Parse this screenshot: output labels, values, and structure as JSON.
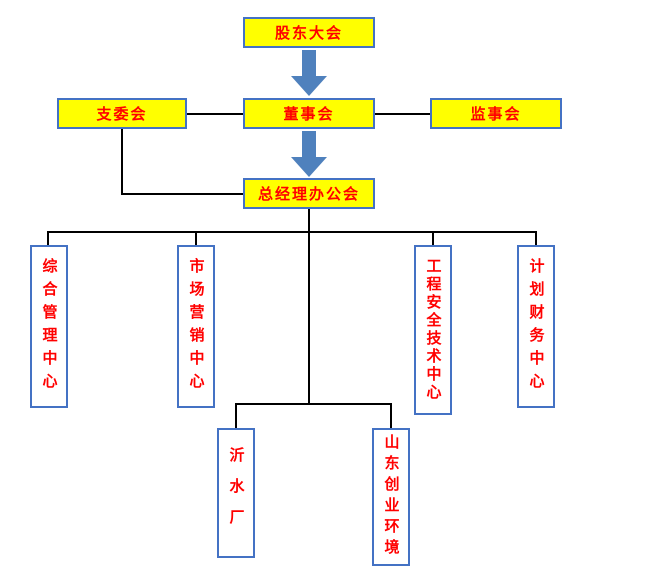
{
  "diagram": {
    "type": "org-chart",
    "nodes": {
      "shareholders": {
        "label": "股东大会"
      },
      "branch_committee": {
        "label": "支委会"
      },
      "board": {
        "label": "董事会"
      },
      "supervisors": {
        "label": "监事会"
      },
      "gm_office": {
        "label": "总经理办公会"
      },
      "dept_general_management": {
        "label": "综合管理中心"
      },
      "dept_marketing": {
        "label": "市场营销中心"
      },
      "dept_engineering_safety": {
        "label": "工程安全技术中心"
      },
      "dept_planning_finance": {
        "label": "计划财务中心"
      },
      "sub_yishui_plant": {
        "label": "沂水厂"
      },
      "sub_shandong_chuangye": {
        "label": "山东创业环境"
      }
    }
  },
  "colors": {
    "box_fill": "#FFFF00",
    "box_border": "#4472C4",
    "text_color": "#FF0000",
    "arrow_color": "#4F81BD",
    "line_color": "#000000",
    "background": "#FFFFFF"
  }
}
